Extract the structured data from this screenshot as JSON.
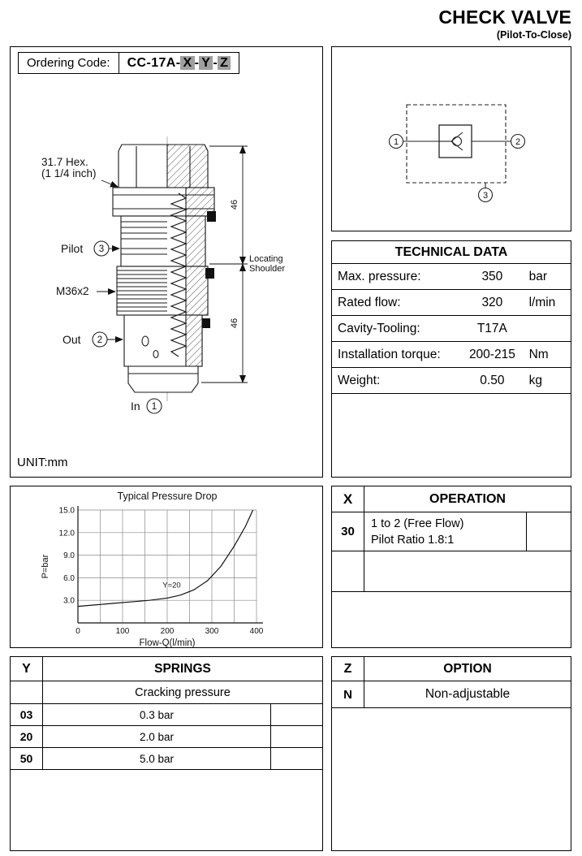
{
  "header": {
    "title": "CHECK VALVE",
    "subtitle": "(Pilot-To-Close)"
  },
  "ordering": {
    "label": "Ordering Code:",
    "prefix": "CC-17A-",
    "x": "X",
    "y": "Y",
    "z": "Z",
    "sep": "-"
  },
  "drawing": {
    "unit": "UNIT:mm",
    "labels": {
      "hex1": "31.7 Hex.",
      "hex2": "(1 1/4 inch)",
      "pilot": "Pilot",
      "pilot_port": "3",
      "thread": "M36x2",
      "out": "Out",
      "out_port": "2",
      "in": "In",
      "in_port": "1",
      "dim_top": "46",
      "dim_bottom": "46",
      "locating1": "Locating",
      "locating2": "Shoulder"
    }
  },
  "schematic": {
    "port1": "1",
    "port2": "2",
    "port3": "3"
  },
  "technical_data": {
    "title": "TECHNICAL DATA",
    "rows": [
      {
        "label": "Max. pressure:",
        "value": "350",
        "unit": "bar"
      },
      {
        "label": "Rated flow:",
        "value": "320",
        "unit": "l/min"
      },
      {
        "label": "Cavity-Tooling:",
        "value": "T17A",
        "unit": ""
      },
      {
        "label": "Installation torque:",
        "value": "200-215",
        "unit": "Nm"
      },
      {
        "label": "Weight:",
        "value": "0.50",
        "unit": "kg"
      }
    ]
  },
  "chart_data": {
    "type": "line",
    "title": "Typical Pressure Drop",
    "xlabel": "Flow-Q(l/min)",
    "ylabel": "P=bar",
    "xlim": [
      0,
      400
    ],
    "ylim": [
      0,
      15
    ],
    "xticks": [
      0,
      100,
      200,
      300,
      400
    ],
    "ytick_labels": [
      "3.0",
      "6.0",
      "9.0",
      "12.0",
      "15.0"
    ],
    "xgrid": [
      50,
      100,
      150,
      200,
      250,
      300,
      350,
      400
    ],
    "ygrid": [
      3,
      6,
      9,
      12,
      15
    ],
    "grid": true,
    "legend_position": "none",
    "series": [
      {
        "name": "Y=20",
        "x": [
          0,
          40,
          80,
          120,
          160,
          200,
          230,
          260,
          290,
          320,
          350,
          375,
          392
        ],
        "y": [
          2.2,
          2.4,
          2.6,
          2.8,
          3.0,
          3.3,
          3.7,
          4.4,
          5.6,
          7.5,
          10.2,
          12.8,
          15.0
        ]
      }
    ],
    "annotations": [
      {
        "text": "Y=20",
        "x": 210,
        "y": 4.7
      }
    ]
  },
  "operation": {
    "col_header": "X",
    "title": "OPERATION",
    "rows": [
      {
        "code": "30",
        "desc_line1": "1 to 2 (Free Flow)",
        "desc_line2": "Pilot Ratio 1.8:1"
      }
    ]
  },
  "springs": {
    "col_header": "Y",
    "title": "SPRINGS",
    "subtitle": "Cracking pressure",
    "rows": [
      {
        "code": "03",
        "value": "0.3 bar"
      },
      {
        "code": "20",
        "value": "2.0 bar"
      },
      {
        "code": "50",
        "value": "5.0 bar"
      }
    ]
  },
  "option": {
    "col_header": "Z",
    "title": "OPTION",
    "rows": [
      {
        "code": "N",
        "value": "Non-adjustable"
      }
    ]
  }
}
